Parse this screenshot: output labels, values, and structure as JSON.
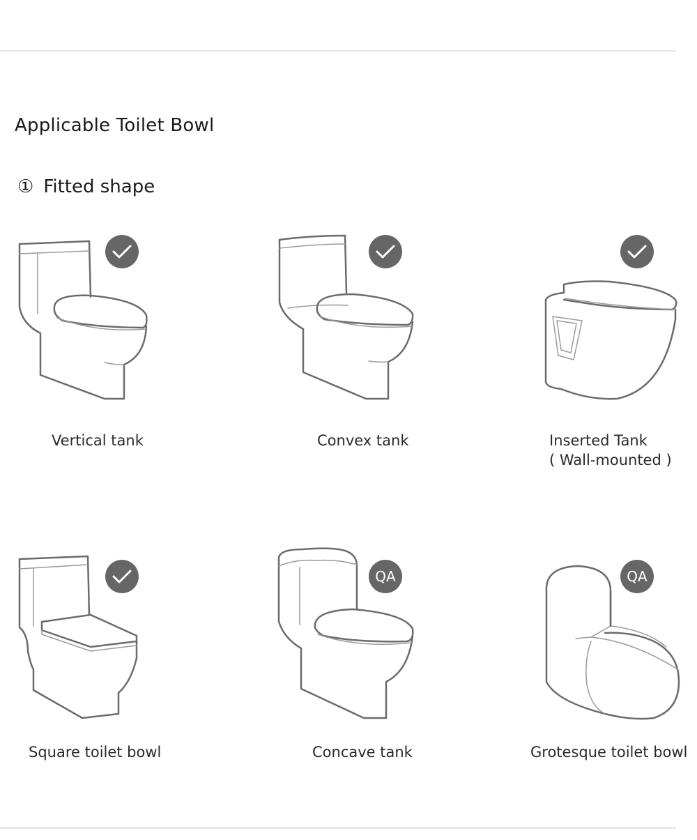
{
  "heading": "Applicable Toilet Bowl",
  "section": {
    "number": "①",
    "label": "Fitted shape"
  },
  "items": [
    {
      "name": "Vertical tank",
      "badge": "check"
    },
    {
      "name": "Convex tank",
      "badge": "check"
    },
    {
      "name": "Inserted Tank",
      "name_line2": "( Wall-mounted )",
      "badge": "check"
    },
    {
      "name": "Square toilet bowl",
      "badge": "check"
    },
    {
      "name": "Concave tank",
      "badge": "QA"
    },
    {
      "name": "Grotesque toilet bowl",
      "badge": "QA"
    }
  ],
  "colors": {
    "badge": "#666666",
    "outline": "#6b6b6b",
    "rule": "#e3e3e3"
  }
}
